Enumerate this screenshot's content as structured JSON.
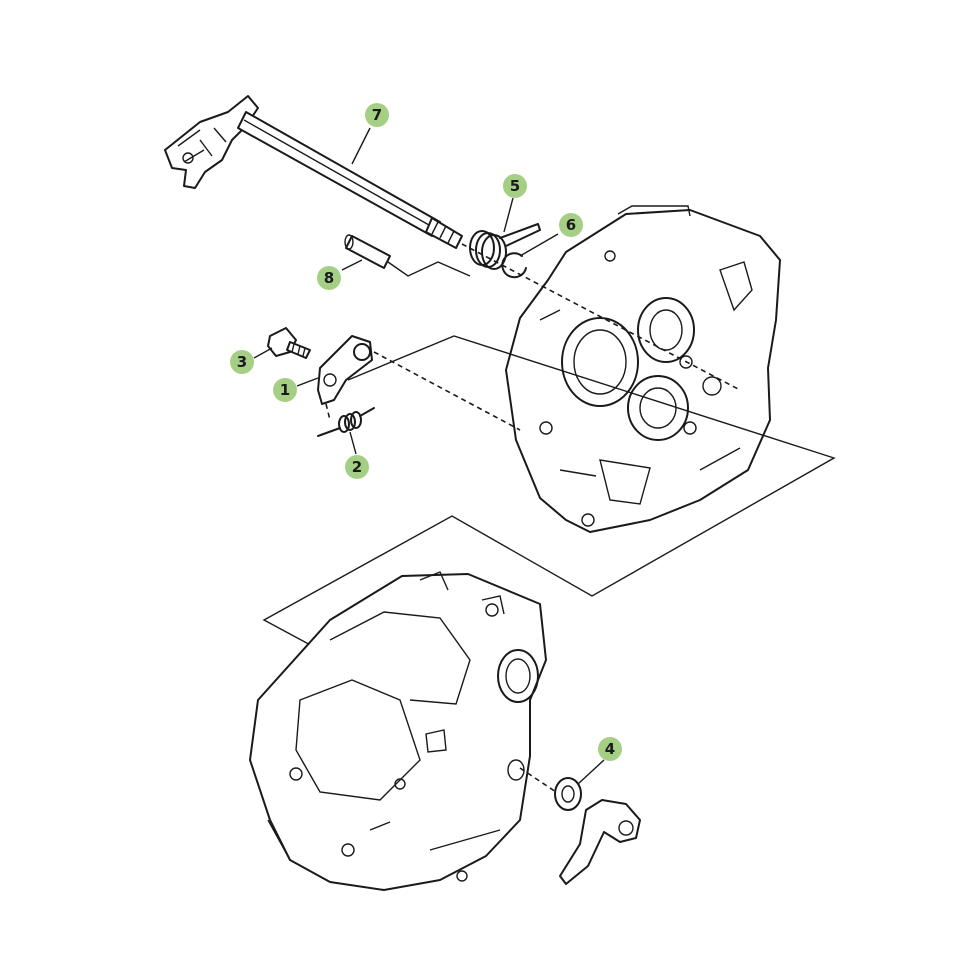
{
  "colors": {
    "line": "#1a1a1a",
    "callout_fill": "#a6cf86",
    "background": "#ffffff"
  },
  "callouts": [
    {
      "id": "c1",
      "label": "1"
    },
    {
      "id": "c2",
      "label": "2"
    },
    {
      "id": "c3",
      "label": "3"
    },
    {
      "id": "c4",
      "label": "4"
    },
    {
      "id": "c5",
      "label": "5"
    },
    {
      "id": "c6",
      "label": "6"
    },
    {
      "id": "c7",
      "label": "7"
    },
    {
      "id": "c8",
      "label": "8"
    }
  ]
}
